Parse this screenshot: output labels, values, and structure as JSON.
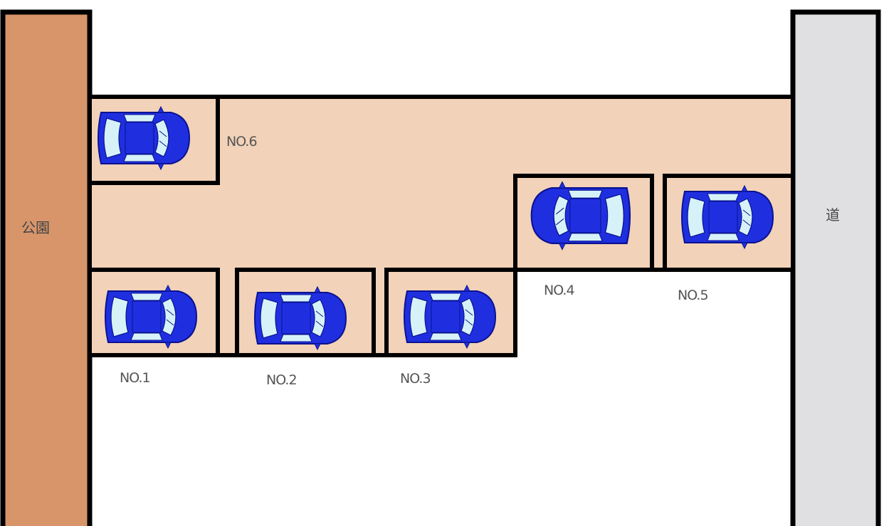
{
  "left_area": {
    "label": "公園",
    "color": "#D8956A"
  },
  "right_area": {
    "label": "道",
    "color": "#E0E0E2"
  },
  "lot_color": "#F2D2B8",
  "car_color": "#1F2FE0",
  "spaces": [
    {
      "id": "1",
      "label": "NO.1"
    },
    {
      "id": "2",
      "label": "NO.2"
    },
    {
      "id": "3",
      "label": "NO.3"
    },
    {
      "id": "4",
      "label": "NO.4"
    },
    {
      "id": "5",
      "label": "NO.5"
    },
    {
      "id": "6",
      "label": "NO.6"
    }
  ]
}
